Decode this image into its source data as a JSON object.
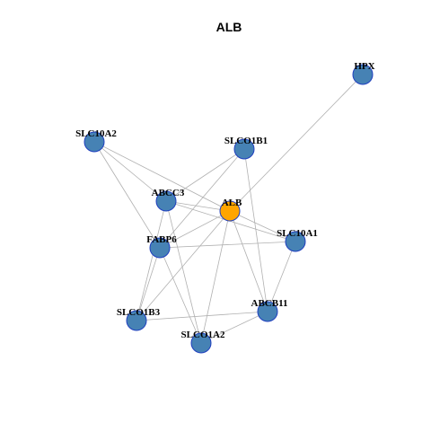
{
  "title": "ALB",
  "colors": {
    "node_default": "#4682b4",
    "node_highlight": "#ffa500",
    "node_border": "#1f3fbf",
    "edge": "#b0b0b0"
  },
  "network": {
    "highlight": "ALB",
    "nodes": [
      "ALB",
      "HPX",
      "SLC10A2",
      "SLCO1B1",
      "ABCC3",
      "FABP6",
      "SLC10A1",
      "ABCB11",
      "SLCO1B3",
      "SLCO1A2"
    ],
    "edges": [
      [
        "ALB",
        "HPX"
      ],
      [
        "ALB",
        "SLC10A2"
      ],
      [
        "ALB",
        "ABCC3"
      ],
      [
        "ALB",
        "FABP6"
      ],
      [
        "ALB",
        "SLC10A1"
      ],
      [
        "ALB",
        "ABCB11"
      ],
      [
        "ALB",
        "SLCO1B3"
      ],
      [
        "ALB",
        "SLCO1A2"
      ],
      [
        "SLC10A2",
        "ABCC3"
      ],
      [
        "SLC10A2",
        "FABP6"
      ],
      [
        "SLCO1B1",
        "ABCC3"
      ],
      [
        "SLCO1B1",
        "FABP6"
      ],
      [
        "SLCO1B1",
        "ABCB11"
      ],
      [
        "ABCC3",
        "SLC10A1"
      ],
      [
        "ABCC3",
        "SLCO1B3"
      ],
      [
        "ABCC3",
        "SLCO1A2"
      ],
      [
        "FABP6",
        "SLC10A1"
      ],
      [
        "FABP6",
        "SLCO1B3"
      ],
      [
        "FABP6",
        "SLCO1A2"
      ],
      [
        "SLC10A1",
        "ABCB11"
      ],
      [
        "ABCB11",
        "SLCO1B3"
      ],
      [
        "ABCB11",
        "SLCO1A2"
      ]
    ]
  }
}
